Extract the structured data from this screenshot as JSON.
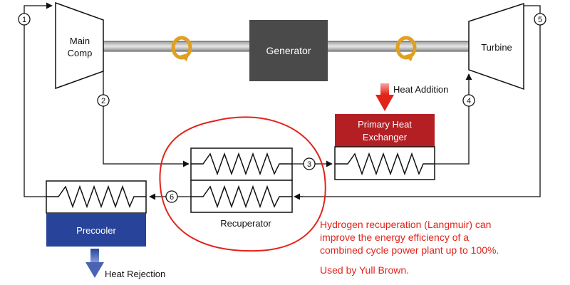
{
  "components": {
    "main_comp": [
      "Main",
      "Comp"
    ],
    "generator": "Generator",
    "turbine": "Turbine",
    "primary_hx": [
      "Primary Heat",
      "Exchanger"
    ],
    "heat_addition": "Heat Addition",
    "recuperator": "Recuperator",
    "precooler": "Precooler",
    "heat_rejection": "Heat Rejection"
  },
  "state_points": [
    "1",
    "2",
    "3",
    "4",
    "5",
    "6"
  ],
  "annotation": {
    "lines": [
      "Hydrogen recuperation (Langmuir) can",
      "improve the energy efficiency of a",
      "combined cycle power plant up to 100%."
    ],
    "credit": "Used by Yull Brown."
  },
  "colors": {
    "generator": "#4a4a4a",
    "primary_hx": "#b41f24",
    "precooler": "#27449a",
    "heat_addition_arrow": "#e2231a",
    "heat_rejection_arrow": "#4a63b3",
    "rotation_arrow": "#e0a020",
    "circle_highlight": "#e2231a",
    "annotation_text": "#e2231a"
  }
}
